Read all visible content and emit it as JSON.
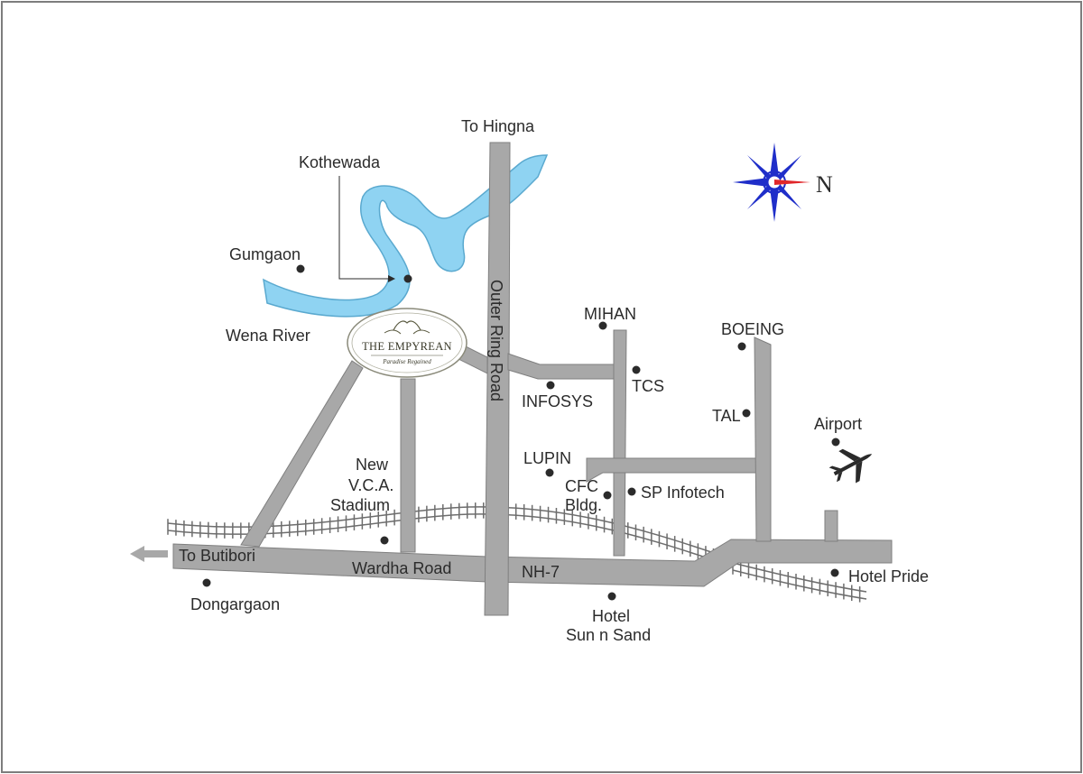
{
  "map": {
    "colors": {
      "road": "#a8a8a8",
      "road_edge": "#7f7f7f",
      "river": "#8fd3f2",
      "river_edge": "#5aa9cf",
      "rail": "#6d6d6d",
      "label": "#2b2b2b",
      "compass_blue": "#1f2ec9",
      "compass_red": "#e0262a",
      "plane": "#2a2a2a"
    },
    "labels": {
      "to_hingna": "To Hingna",
      "kothewada": "Kothewada",
      "gumgaon": "Gumgaon",
      "wena_river": "Wena River",
      "outer_ring_road": "Outer Ring Road",
      "mihan": "MIHAN",
      "boeing": "BOEING",
      "tcs": "TCS",
      "infosys": "INFOSYS",
      "tal": "TAL",
      "airport": "Airport",
      "lupin": "LUPIN",
      "cfc_line1": "CFC",
      "cfc_line2": "Bldg.",
      "sp_infotech": "SP Infotech",
      "vca_line1": "New",
      "vca_line2": "V.C.A.",
      "vca_line3": "Stadium",
      "to_butibori": "To Butibori",
      "wardha_road": "Wardha Road",
      "nh7": "NH-7",
      "dongargaon": "Dongargaon",
      "hotel_line1": "Hotel",
      "hotel_line2": "Sun n Sand",
      "hotel_pride": "Hotel Pride",
      "north": "N"
    },
    "logo": {
      "title": "THE EMPYREAN",
      "tagline": "Paradise Regained"
    },
    "icons": {
      "compass": "compass-rose-icon",
      "airport": "airplane-icon",
      "direction": "arrow-left-icon"
    }
  }
}
